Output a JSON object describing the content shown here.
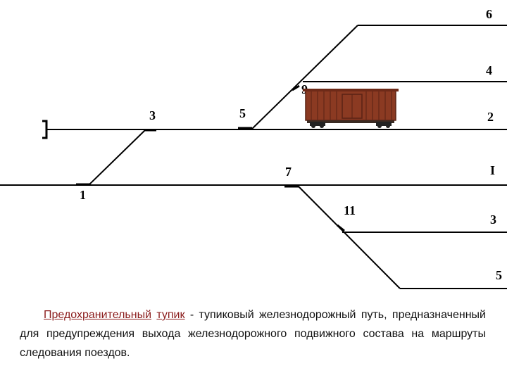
{
  "diagram": {
    "labels": {
      "switch_1": "1",
      "switch_3": "3",
      "switch_5": "5",
      "switch_7": "7",
      "switch_9": "9",
      "switch_11": "11",
      "track_6": "6",
      "track_4": "4",
      "track_2": "2",
      "track_main": "I",
      "track_3": "3",
      "track_5": "5"
    },
    "colors": {
      "line": "#000000",
      "wagon_body": "#8b3a22",
      "wagon_dark": "#5a2314"
    }
  },
  "caption": {
    "term_word1": "Предохранительный",
    "term_word2": "тупик",
    "text": " - тупиковый железнодорожный путь, предназначенный для предупреждения выхода железнодорожного подвижного состава на маршруты следования поездов.",
    "color": "#8b1c1c"
  }
}
